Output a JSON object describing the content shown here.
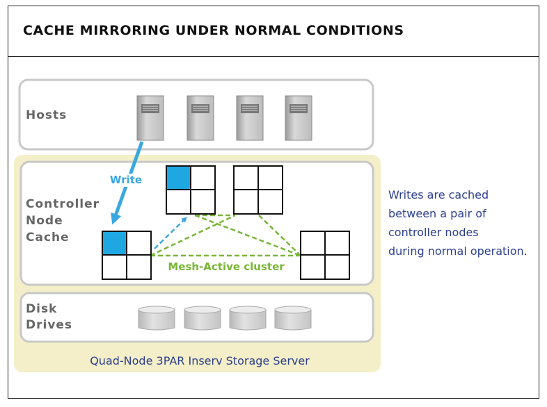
{
  "title": "CACHE MIRRORING UNDER NORMAL CONDITIONS",
  "hosts_label": "Hosts",
  "controller_label_lines": [
    "Controller",
    "Node",
    "Cache"
  ],
  "disk_label_lines": [
    "Disk",
    "Drives"
  ],
  "write_label": "Write",
  "cluster_label": "Mesh-Active cluster",
  "server_label": "Quad-Node 3PAR Inserv Storage Server",
  "note_lines": [
    "Writes are cached",
    "between a pair of",
    "controller nodes",
    "during normal operation."
  ],
  "colors": {
    "cached_block": "#1ea7e0",
    "write_arrow": "#39a8e0",
    "mesh_line": "#78b636",
    "server_panel": "#f4efc8",
    "panel_border": "#c8c8c8",
    "label_gray": "#666666",
    "note_text": "#2b3f8f"
  },
  "icons": [
    "server-icon",
    "disk-drive-icon",
    "cache-grid-icon"
  ]
}
